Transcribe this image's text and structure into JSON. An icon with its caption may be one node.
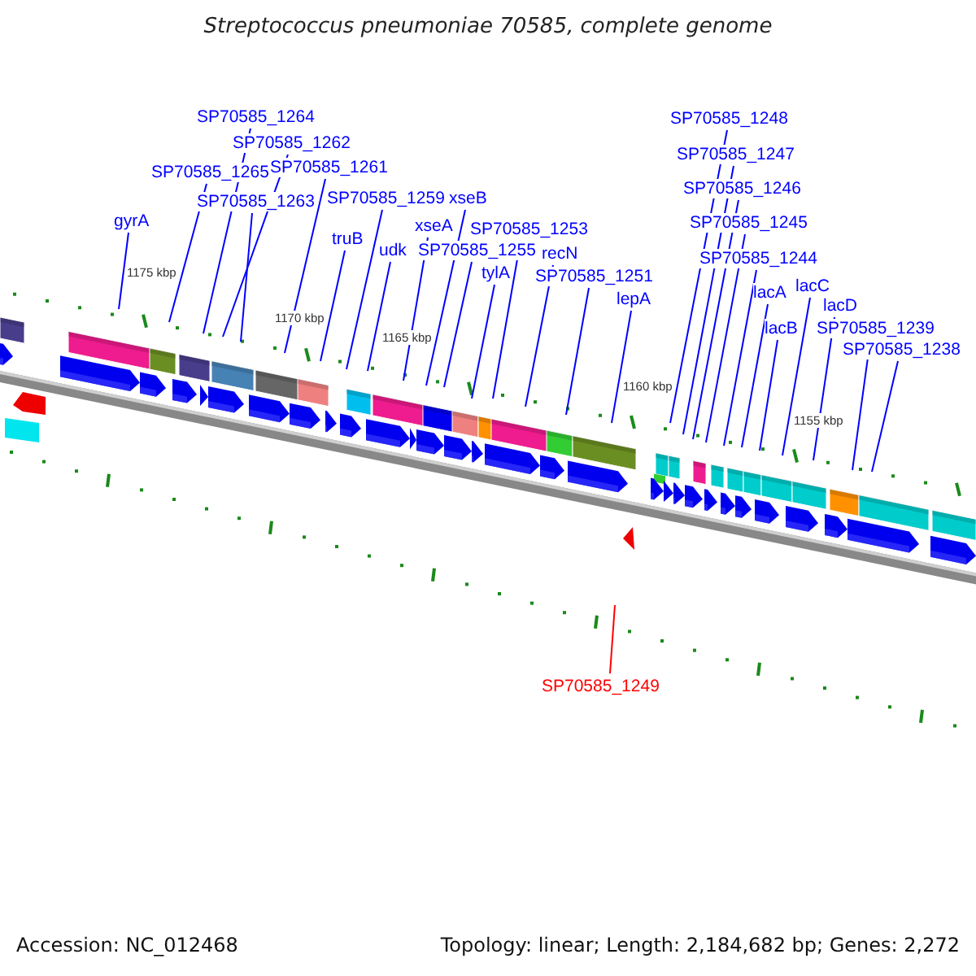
{
  "diagram": {
    "title": "Streptococcus pneumoniae 70585, complete genome",
    "nodes": [
      {
        "text": [
          "gyrA"
        ]
      },
      {
        "text": [
          "SP70585_1264"
        ]
      },
      {
        "text": [
          "SP70585_1262"
        ]
      },
      {
        "text": [
          "SP70585_1265"
        ]
      },
      {
        "text": [
          "SP70585_1261"
        ]
      },
      {
        "text": [
          "SP70585_1263"
        ]
      },
      {
        "text": [
          "truB"
        ]
      },
      {
        "text": [
          "SP70585_1259"
        ]
      },
      {
        "text": [
          "udk"
        ]
      },
      {
        "text": [
          "xseA"
        ]
      },
      {
        "text": [
          "xseB"
        ]
      },
      {
        "text": [
          "SP70585_1255"
        ]
      },
      {
        "text": [
          "tylA"
        ]
      },
      {
        "text": [
          "SP70585_1253"
        ]
      },
      {
        "text": [
          "recN"
        ]
      },
      {
        "text": [
          "SP70585_1251"
        ]
      },
      {
        "text": [
          "lepA"
        ]
      },
      {
        "text": [
          "SP70585_1248"
        ]
      },
      {
        "text": [
          "SP70585_1247"
        ]
      },
      {
        "text": [
          "SP70585_1246"
        ]
      },
      {
        "text": [
          "SP70585_1245"
        ]
      },
      {
        "text": [
          "SP70585_1244"
        ]
      },
      {
        "text": [
          "lacA"
        ]
      },
      {
        "text": [
          "lacB"
        ]
      },
      {
        "text": [
          "lacC"
        ]
      },
      {
        "text": [
          "lacD"
        ]
      },
      {
        "text": [
          "SP70585_1239"
        ]
      },
      {
        "text": [
          "SP70585_1238"
        ]
      },
      {
        "text": [
          "SP70585_1249"
        ]
      }
    ],
    "edges": [
      {
        "from": 0,
        "to": null,
        "arrow": "none"
      },
      {
        "from": 1,
        "to": null,
        "arrow": "none"
      },
      {
        "from": 2,
        "to": null,
        "arrow": "none"
      },
      {
        "from": 3,
        "to": null,
        "arrow": "none"
      },
      {
        "from": 4,
        "to": null,
        "arrow": "none"
      },
      {
        "from": 5,
        "to": null,
        "arrow": "none"
      },
      {
        "from": 6,
        "to": null,
        "arrow": "none"
      },
      {
        "from": 7,
        "to": null,
        "arrow": "none"
      },
      {
        "from": 8,
        "to": null,
        "arrow": "none"
      },
      {
        "from": 9,
        "to": null,
        "arrow": "none"
      },
      {
        "from": 10,
        "to": null,
        "arrow": "none"
      },
      {
        "from": 11,
        "to": null,
        "arrow": "none"
      },
      {
        "from": 12,
        "to": null,
        "arrow": "none"
      },
      {
        "from": 13,
        "to": null,
        "arrow": "none"
      },
      {
        "from": 14,
        "to": null,
        "arrow": "none"
      },
      {
        "from": 15,
        "to": null,
        "arrow": "none"
      },
      {
        "from": 16,
        "to": null,
        "arrow": "none"
      },
      {
        "from": 17,
        "to": null,
        "arrow": "none"
      },
      {
        "from": 18,
        "to": null,
        "arrow": "none"
      },
      {
        "from": 19,
        "to": null,
        "arrow": "none"
      },
      {
        "from": 20,
        "to": null,
        "arrow": "none"
      },
      {
        "from": 21,
        "to": null,
        "arrow": "none"
      },
      {
        "from": 22,
        "to": null,
        "arrow": "none"
      },
      {
        "from": 23,
        "to": null,
        "arrow": "none"
      },
      {
        "from": 24,
        "to": null,
        "arrow": "none"
      },
      {
        "from": 25,
        "to": null,
        "arrow": "none"
      },
      {
        "from": 26,
        "to": null,
        "arrow": "none"
      },
      {
        "from": 27,
        "to": null,
        "arrow": "none"
      },
      {
        "from": 28,
        "to": null,
        "arrow": "none",
        "color": "#ff0000"
      }
    ],
    "labels": [
      "1175 kbp",
      "1170 kbp",
      "1165 kbp",
      "1160 kbp",
      "1155 kbp",
      "Accession: NC_012468",
      "Topology: linear; Length: 2,184,682 bp; Genes: 2,272"
    ]
  }
}
